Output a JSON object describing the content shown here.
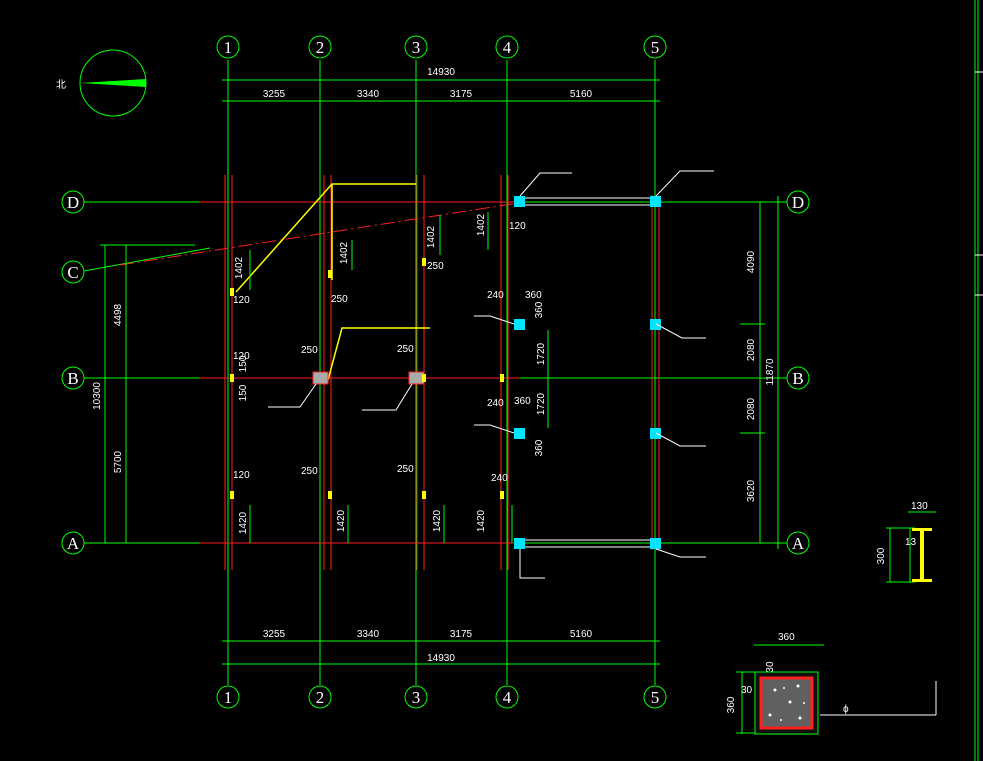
{
  "north_label": "北",
  "axes_numbers": [
    "1",
    "2",
    "3",
    "4",
    "5"
  ],
  "axes_letters": [
    "D",
    "C",
    "B",
    "A"
  ],
  "top_total": "14930",
  "top_spans": [
    "3255",
    "3340",
    "3175",
    "5160"
  ],
  "bottom_total": "14930",
  "bottom_spans": [
    "3255",
    "3340",
    "3175",
    "5160"
  ],
  "left_dims": {
    "total": "10300",
    "upper": "4498",
    "lower": "5700"
  },
  "right_dims": {
    "total": "11870",
    "d1": "4090",
    "d2": "2080",
    "d3": "2080",
    "d4": "3620"
  },
  "beam_dims": {
    "d1402_a": "1402",
    "d1402_b": "1402",
    "d1402_c": "1402",
    "d1402_d": "1402",
    "d120_a": "120",
    "d120_b": "120",
    "d120_c": "120",
    "d120_d": "120",
    "d250_a": "250",
    "d250_b": "250",
    "d250_c": "250",
    "d250_d": "250",
    "d250_e": "250",
    "d250_f": "250",
    "d150_a": "150",
    "d150_b": "150",
    "d240_a": "240",
    "d240_b": "240",
    "d240_c": "240",
    "d360_a": "360",
    "d360_b": "360",
    "d360_c": "360",
    "d360_d": "360",
    "d1720_a": "1720",
    "d1720_b": "1720",
    "d1420_a": "1420",
    "d1420_b": "1420",
    "d1420_c": "1420",
    "d1420_d": "1420"
  },
  "section_I": {
    "w": "130",
    "t": "13",
    "h": "300"
  },
  "section_col": {
    "w": "360",
    "h": "360",
    "c1": "30",
    "c2": "30",
    "phi": "ϕ"
  },
  "colors": {
    "grid": "#00ff00",
    "beam": "#ff2020",
    "column": "#00e5ff",
    "leader": "#ffffff",
    "steel": "#ffff00"
  }
}
